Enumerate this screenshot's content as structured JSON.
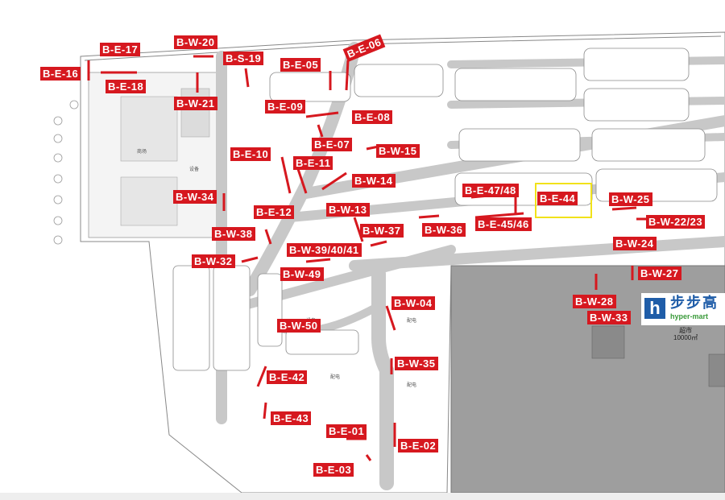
{
  "labels": [
    {
      "id": "B-E-17",
      "text": "B-E-17"
    },
    {
      "id": "B-W-20",
      "text": "B-W-20"
    },
    {
      "id": "B-S-19",
      "text": "B-S-19"
    },
    {
      "id": "B-E-05",
      "text": "B-E-05"
    },
    {
      "id": "B-E-06",
      "text": "B-E-06"
    },
    {
      "id": "B-E-16",
      "text": "B-E-16"
    },
    {
      "id": "B-E-18",
      "text": "B-E-18"
    },
    {
      "id": "B-W-21",
      "text": "B-W-21"
    },
    {
      "id": "B-E-09",
      "text": "B-E-09"
    },
    {
      "id": "B-E-08",
      "text": "B-E-08"
    },
    {
      "id": "B-E-07",
      "text": "B-E-07"
    },
    {
      "id": "B-E-10",
      "text": "B-E-10"
    },
    {
      "id": "B-E-11",
      "text": "B-E-11"
    },
    {
      "id": "B-W-15",
      "text": "B-W-15"
    },
    {
      "id": "B-W-14",
      "text": "B-W-14"
    },
    {
      "id": "B-E-47/48",
      "text": "B-E-47/48"
    },
    {
      "id": "B-E-44",
      "text": "B-E-44"
    },
    {
      "id": "B-W-25",
      "text": "B-W-25"
    },
    {
      "id": "B-W-34",
      "text": "B-W-34"
    },
    {
      "id": "B-E-12",
      "text": "B-E-12"
    },
    {
      "id": "B-W-13",
      "text": "B-W-13"
    },
    {
      "id": "B-E-45/46",
      "text": "B-E-45/46"
    },
    {
      "id": "B-W-22/23",
      "text": "B-W-22/23"
    },
    {
      "id": "B-W-38",
      "text": "B-W-38"
    },
    {
      "id": "B-W-37",
      "text": "B-W-37"
    },
    {
      "id": "B-W-36",
      "text": "B-W-36"
    },
    {
      "id": "B-W-24",
      "text": "B-W-24"
    },
    {
      "id": "B-W-39/40/41",
      "text": "B-W-39/40/41"
    },
    {
      "id": "B-W-32",
      "text": "B-W-32"
    },
    {
      "id": "B-W-49",
      "text": "B-W-49"
    },
    {
      "id": "B-W-27",
      "text": "B-W-27"
    },
    {
      "id": "B-W-04",
      "text": "B-W-04"
    },
    {
      "id": "B-W-28",
      "text": "B-W-28"
    },
    {
      "id": "B-W-33",
      "text": "B-W-33"
    },
    {
      "id": "B-W-50",
      "text": "B-W-50"
    },
    {
      "id": "B-W-35",
      "text": "B-W-35"
    },
    {
      "id": "B-E-42",
      "text": "B-E-42"
    },
    {
      "id": "B-E-43",
      "text": "B-E-43"
    },
    {
      "id": "B-E-01",
      "text": "B-E-01"
    },
    {
      "id": "B-E-02",
      "text": "B-E-02"
    },
    {
      "id": "B-E-03",
      "text": "B-E-03"
    }
  ],
  "highlighted_label": "B-E-44",
  "store_logo": {
    "mark": "h",
    "name_cn": "步步高",
    "name_en": "hyper-mart"
  },
  "store_area": {
    "name": "超市",
    "size": "10000㎡"
  },
  "colors": {
    "label_bg": "#d6181f",
    "highlight": "#f1e21a",
    "road": "#bdbdbd",
    "store_block": "#9a9a9a",
    "brand_blue": "#1f5da8"
  }
}
